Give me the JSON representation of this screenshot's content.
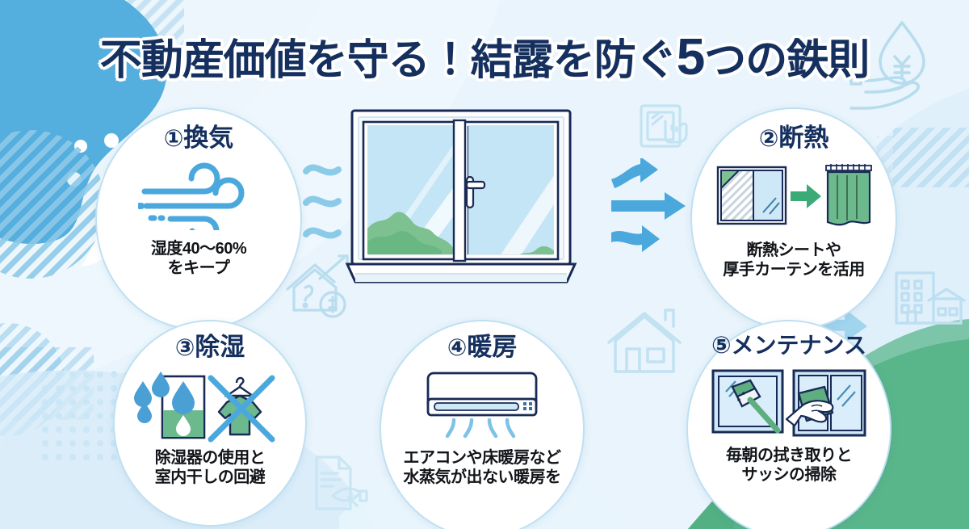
{
  "title": {
    "main_part1": "不動産価値を守る！結露を防ぐ",
    "main_number": "5",
    "main_part2": "つの鉄則",
    "full": "不動産価値を守る！結露を防ぐ5つの鉄則"
  },
  "colors": {
    "background": "#e4f1fa",
    "accent_blue": "#4ba8dd",
    "deep_navy": "#15305e",
    "green": "#5cb27f",
    "blob_blue": "#54aede",
    "circle_border": "#bfe0f2",
    "white": "#ffffff"
  },
  "items": [
    {
      "number": "①",
      "heading": "換気",
      "heading_full": "①換気",
      "caption": "湿度40〜60%\nをキープ",
      "icon": "wind-icon"
    },
    {
      "number": "②",
      "heading": "断熱",
      "heading_full": "②断熱",
      "caption": "断熱シートや\n厚手カーテンを活用",
      "icon": "insulation-sheet-curtain-icon"
    },
    {
      "number": "③",
      "heading": "除湿",
      "heading_full": "③除湿",
      "caption": "除湿器の使用と\n室内干しの回避",
      "icon": "dehumidifier-no-indoor-drying-icon"
    },
    {
      "number": "④",
      "heading": "暖房",
      "heading_full": "④暖房",
      "caption": "エアコンや床暖房など\n水蒸気が出ない暖房を",
      "icon": "air-conditioner-icon"
    },
    {
      "number": "⑤",
      "heading": "メンテナンス",
      "heading_full": "⑤メンテナンス",
      "caption": "毎朝の拭き取りと\nサッシの掃除",
      "icon": "squeegee-wipe-window-icon"
    }
  ],
  "center_illustration": {
    "name": "double-casement-window",
    "description": "白い二枚窓・ガラスに反射光・下部に緑の植栽・窓台付き"
  },
  "flow": {
    "left_waves": "wavy-airflow-lines",
    "right_arrows": "airflow-arrows-right",
    "arrow_count": 3
  },
  "watermarks": [
    "hand-holding-yen-droplet-icon",
    "window-touch-hand-icon",
    "house-growth-arrow-dollar-icon",
    "house-outline-icon",
    "building-and-house-icon",
    "document-cleaning-icon"
  ]
}
